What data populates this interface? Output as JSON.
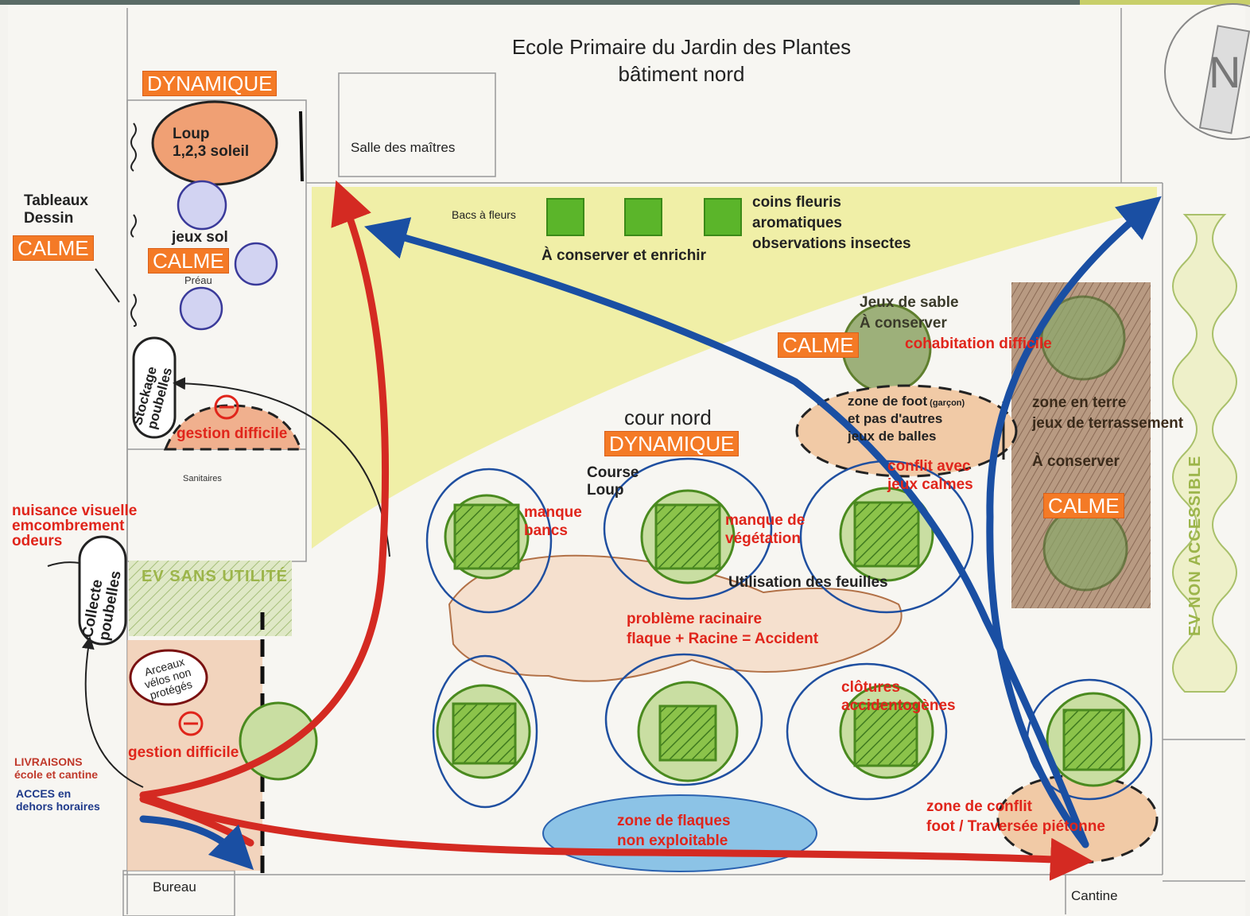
{
  "header": {
    "title_line1": "Ecole Primaire du Jardin des Plantes",
    "title_line2": "bâtiment nord"
  },
  "buildings": {
    "salle_maitres": "Salle des maîtres",
    "preau": "Préau",
    "sanitaires": "Sanitaires",
    "bureau": "Bureau",
    "cantine": "Cantine",
    "compass_letter": "N"
  },
  "badges": {
    "dynamique_top": "DYNAMIQUE",
    "calme_left": "CALME",
    "calme_preau": "CALME",
    "calme_sable": "CALME",
    "calme_terre": "CALME",
    "dynamique_cour": "DYNAMIQUE"
  },
  "labels": {
    "loup": "Loup\n1,2,3 soleil",
    "tableaux": "Tableaux\nDessin",
    "jeux_sol": "jeux sol",
    "stockage": "Stockage\npoubelles",
    "collecte": "Collecte\npoubelles",
    "arceaux": "Arceaux\nvélos non\nprotégés",
    "ev_sans_utilite": "EV SANS UTILITÉ",
    "ev_non_accessible": "EV NON ACCESSIBLE",
    "bacs_fleurs": "Bacs à fleurs",
    "a_conserver_enrichir": "À conserver et enrichir",
    "coins_fleuris": "coins fleuris\naromatiques\nobservations insectes",
    "jeux_sable": "Jeux de sable\nÀ conserver",
    "zone_foot_main": "zone de foot",
    "zone_foot_small": " (garçon)",
    "zone_foot_rest": "et pas d'autres\njeux de balles",
    "zone_terre": "zone en terre\njeux de terrassement",
    "a_conserver_terre": "À conserver",
    "cour_nord": "cour nord",
    "course_loup": "Course\nLoup",
    "utilisation_feuilles": "Utilisation des feuilles",
    "livraisons": "LIVRAISONS\nécole et cantine",
    "acces": "ACCES en\ndehors horaires"
  },
  "problems": {
    "gestion_difficile_top": "gestion difficile",
    "gestion_difficile_bottom": "gestion difficile",
    "nuisance": "nuisance visuelle\nemcombrement\nodeurs",
    "cohabitation": "cohabitation difficile",
    "conflit_calmes": "conflit avec\njeux calmes",
    "manque_bancs": "manque\nbancs",
    "manque_vegetation": "manque de\nvégétation",
    "probleme_racinaire": "problème racinaire\nflaque + Racine = Accident",
    "clotures": "clôtures\naccidentogènes",
    "zone_flaques": "zone de flaques\nnon exploitable",
    "zone_conflit": "zone de conflit\nfoot / Traversée piétonne"
  },
  "colors": {
    "badge_orange": "#f47a26",
    "problem_red": "#e0251b",
    "flow_red": "#d42a22",
    "flow_blue": "#1a4fa3",
    "tree_green": "#7db33a",
    "courtyard_yellow": "#eeed9a",
    "puddle_blue": "#8cc3e6"
  }
}
